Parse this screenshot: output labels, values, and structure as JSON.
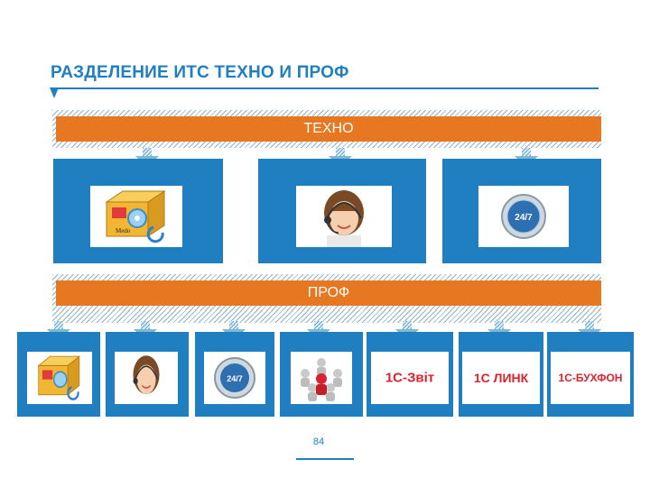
{
  "title": "РАЗДЕЛЕНИЕ ИТС ТЕХНО И ПРОФ",
  "techno": {
    "label": "ТЕХНО",
    "tiles": [
      {
        "icon": "software-box-icon"
      },
      {
        "icon": "support-operator-icon"
      },
      {
        "icon": "clock-24-7-icon",
        "badge": "24/7"
      }
    ]
  },
  "prof": {
    "label": "ПРОФ",
    "tiles": [
      {
        "icon": "software-box-icon"
      },
      {
        "icon": "support-operator-icon"
      },
      {
        "icon": "clock-24-7-icon",
        "badge": "24/7"
      },
      {
        "icon": "people-network-icon"
      },
      {
        "icon": "logo-1c-zvit",
        "text": "1С-Звіт"
      },
      {
        "icon": "logo-1c-link",
        "text": "1С ЛИНК"
      },
      {
        "icon": "logo-1c-bukhfon",
        "text": "1С-БУХФОН"
      }
    ]
  },
  "page_number": "84",
  "colors": {
    "accent": "#1f7fc1",
    "bar": "#e87722",
    "logo_red": "#d9232e"
  }
}
